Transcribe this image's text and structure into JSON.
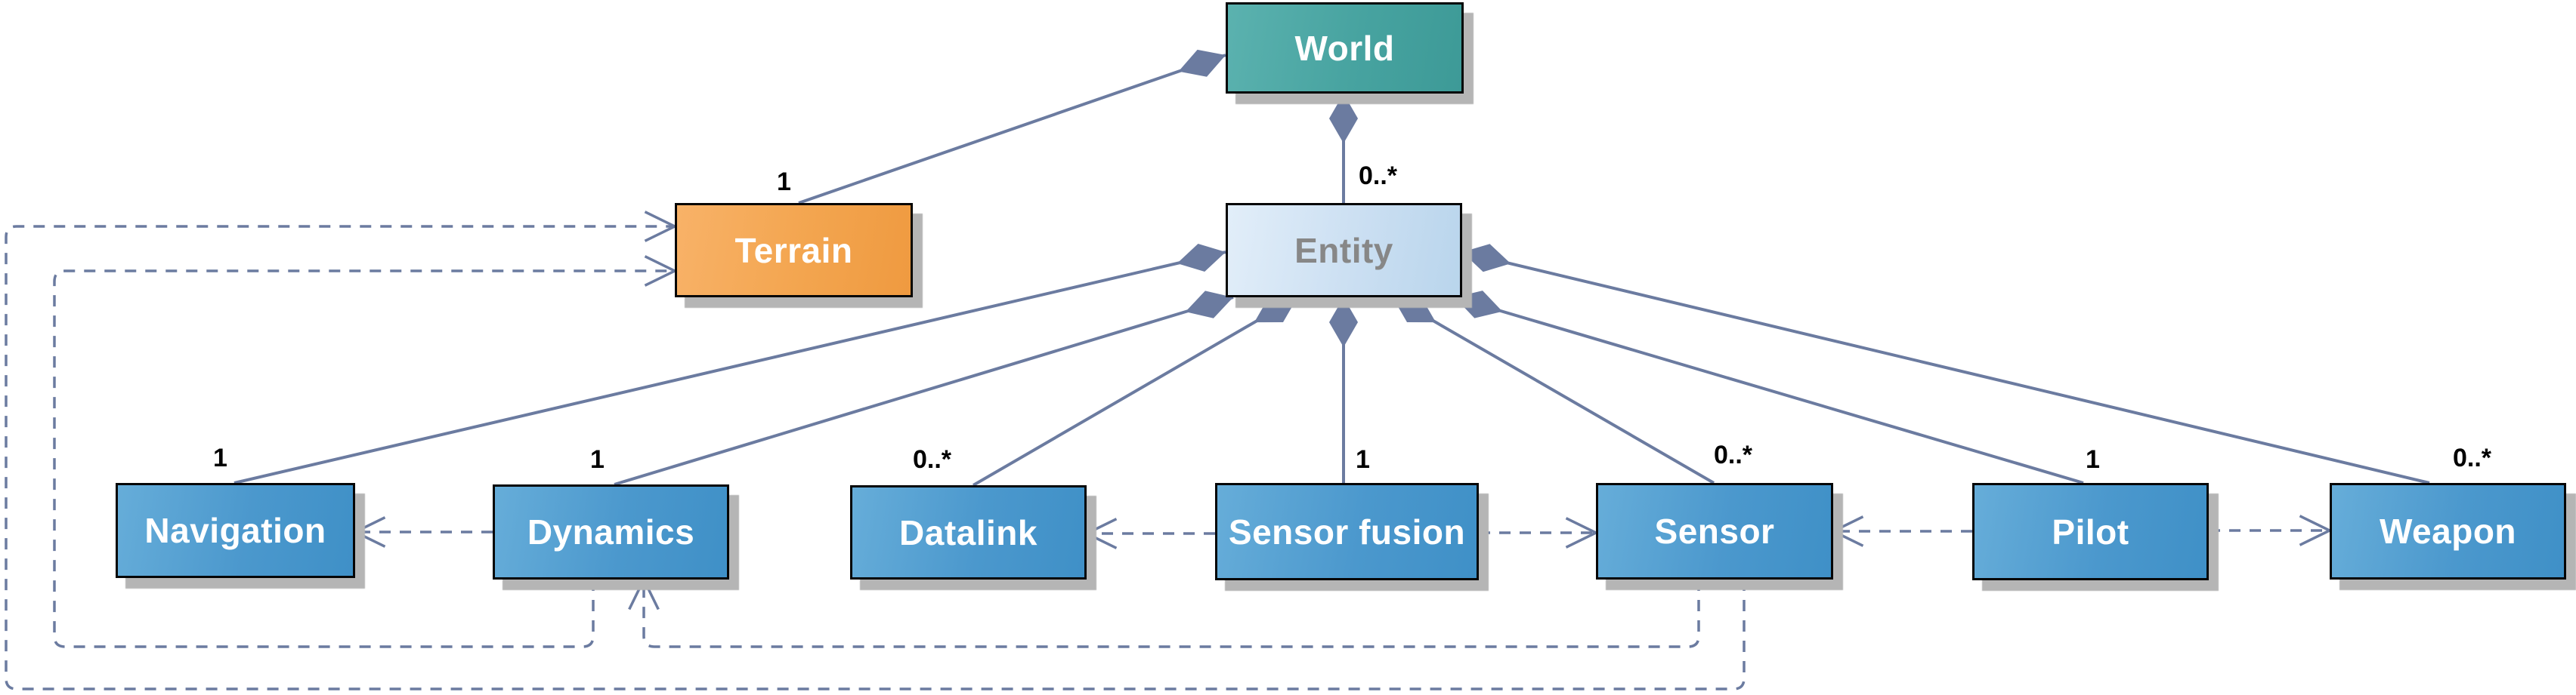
{
  "diagram": {
    "type": "uml-class-diagram",
    "nodes": {
      "world": {
        "label": "World"
      },
      "terrain": {
        "label": "Terrain",
        "multiplicity": "1"
      },
      "entity": {
        "label": "Entity",
        "multiplicity": "0..*"
      },
      "navigation": {
        "label": "Navigation",
        "multiplicity": "1"
      },
      "dynamics": {
        "label": "Dynamics",
        "multiplicity": "1"
      },
      "datalink": {
        "label": "Datalink",
        "multiplicity": "0..*"
      },
      "sensor_fusion": {
        "label": "Sensor fusion",
        "multiplicity": "1"
      },
      "sensor": {
        "label": "Sensor",
        "multiplicity": "0..*"
      },
      "pilot": {
        "label": "Pilot",
        "multiplicity": "1"
      },
      "weapon": {
        "label": "Weapon",
        "multiplicity": "0..*"
      }
    },
    "edges": [
      {
        "type": "composition",
        "from": "World",
        "to": "Terrain",
        "multiplicity": "1"
      },
      {
        "type": "composition",
        "from": "World",
        "to": "Entity",
        "multiplicity": "0..*"
      },
      {
        "type": "composition",
        "from": "Entity",
        "to": "Navigation",
        "multiplicity": "1"
      },
      {
        "type": "composition",
        "from": "Entity",
        "to": "Dynamics",
        "multiplicity": "1"
      },
      {
        "type": "composition",
        "from": "Entity",
        "to": "Datalink",
        "multiplicity": "0..*"
      },
      {
        "type": "composition",
        "from": "Entity",
        "to": "Sensor fusion",
        "multiplicity": "1"
      },
      {
        "type": "composition",
        "from": "Entity",
        "to": "Sensor",
        "multiplicity": "0..*"
      },
      {
        "type": "composition",
        "from": "Entity",
        "to": "Pilot",
        "multiplicity": "1"
      },
      {
        "type": "composition",
        "from": "Entity",
        "to": "Weapon",
        "multiplicity": "0..*"
      },
      {
        "type": "dependency",
        "from": "Dynamics",
        "to": "Navigation"
      },
      {
        "type": "dependency",
        "from": "Sensor fusion",
        "to": "Datalink"
      },
      {
        "type": "dependency",
        "from": "Sensor fusion",
        "to": "Sensor"
      },
      {
        "type": "dependency",
        "from": "Pilot",
        "to": "Sensor"
      },
      {
        "type": "dependency",
        "from": "Pilot",
        "to": "Weapon"
      },
      {
        "type": "dependency",
        "from": "Dynamics",
        "to": "Terrain"
      },
      {
        "type": "dependency",
        "from": "Sensor",
        "to": "Dynamics"
      },
      {
        "type": "dependency",
        "from": "Sensor",
        "to": "Terrain"
      }
    ],
    "colors": {
      "world_fill": "#4ca7a4",
      "terrain_fill": "#f4a654",
      "entity_fill": "#cfe3f3",
      "component_fill": "#4f9ed2",
      "connector": "#6b7ba0",
      "node_text": "#ffffff",
      "entity_text": "#878787",
      "label_text": "#000000"
    }
  }
}
